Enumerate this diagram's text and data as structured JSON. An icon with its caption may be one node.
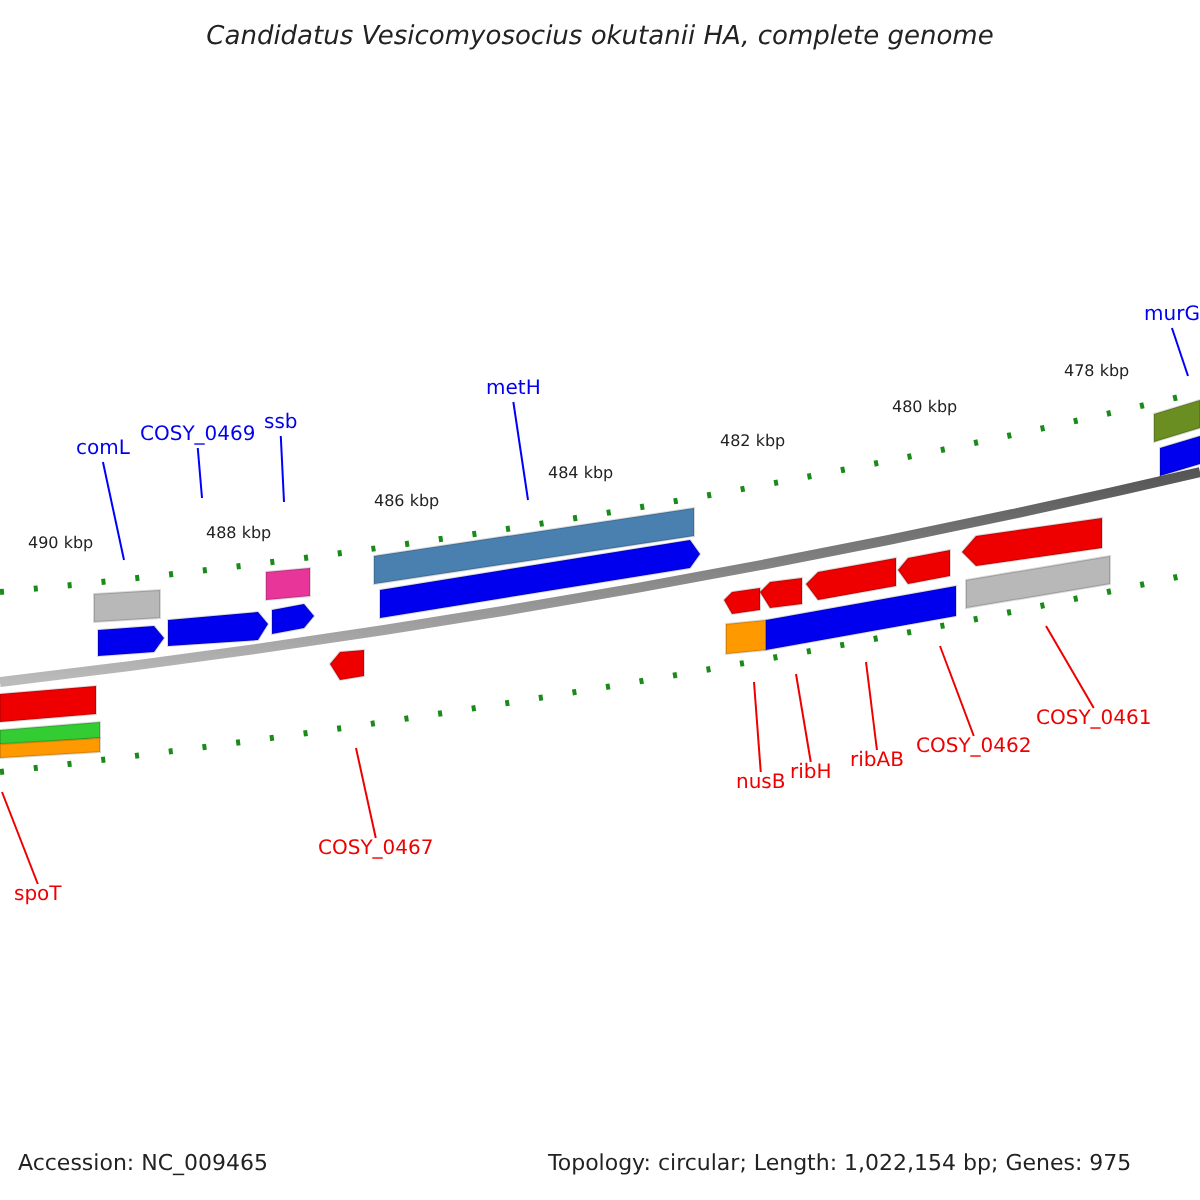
{
  "diagram": {
    "title": "Candidatus Vesicomyosocius okutanii HA, complete genome",
    "nodes": [
      {
        "text": [
          "comL"
        ]
      },
      {
        "text": [
          "COSY_0469"
        ]
      },
      {
        "text": [
          "ssb"
        ]
      },
      {
        "text": [
          "metH"
        ]
      },
      {
        "text": [
          "murG"
        ]
      },
      {
        "text": [
          "spoT"
        ]
      },
      {
        "text": [
          "COSY_0467"
        ]
      },
      {
        "text": [
          "nusB"
        ]
      },
      {
        "text": [
          "ribH"
        ]
      },
      {
        "text": [
          "ribAB"
        ]
      },
      {
        "text": [
          "COSY_0462"
        ]
      },
      {
        "text": [
          "COSY_0461"
        ]
      }
    ],
    "edges": [
      {
        "from": 0,
        "to": null,
        "arrow": "none",
        "color": "#0000ff"
      },
      {
        "from": 1,
        "to": null,
        "arrow": "none",
        "color": "#0000ff"
      },
      {
        "from": 2,
        "to": null,
        "arrow": "none",
        "color": "#0000ff"
      },
      {
        "from": 3,
        "to": null,
        "arrow": "none",
        "color": "#0000ff"
      },
      {
        "from": 4,
        "to": null,
        "arrow": "none",
        "color": "#0000ff"
      },
      {
        "from": 5,
        "to": null,
        "arrow": "none"
      },
      {
        "from": 6,
        "to": null,
        "arrow": "none"
      },
      {
        "from": 7,
        "to": null,
        "arrow": "none"
      },
      {
        "from": 8,
        "to": null,
        "arrow": "none"
      },
      {
        "from": 9,
        "to": null,
        "arrow": "none"
      },
      {
        "from": 10,
        "to": null,
        "arrow": "none"
      },
      {
        "from": 11,
        "to": null,
        "arrow": "none"
      }
    ],
    "labels": [
      "490 kbp",
      "488 kbp",
      "486 kbp",
      "484 kbp",
      "482 kbp",
      "480 kbp",
      "478 kbp",
      "Accession: NC_009465",
      "Topology: circular; Length: 1,022,154 bp; Genes: 975"
    ]
  }
}
